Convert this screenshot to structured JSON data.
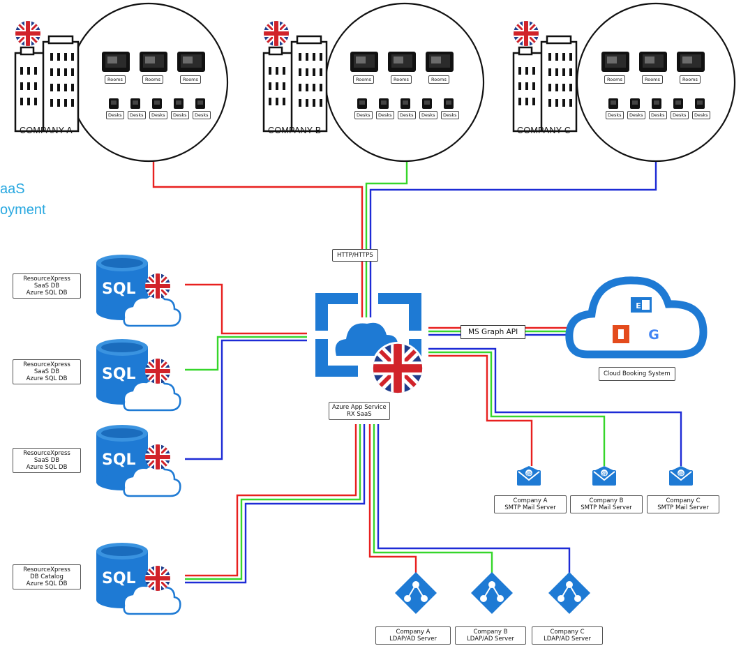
{
  "side_text": [
    "aaS",
    "oyment"
  ],
  "companies": [
    {
      "name": "COMPANY A",
      "rooms": [
        "Rooms",
        "Rooms",
        "Rooms"
      ],
      "desks": [
        "Desks",
        "Desks",
        "Desks",
        "Desks",
        "Desks"
      ]
    },
    {
      "name": "COMPANY B",
      "rooms": [
        "Rooms",
        "Rooms",
        "Rooms"
      ],
      "desks": [
        "Desks",
        "Desks",
        "Desks",
        "Desks",
        "Desks"
      ]
    },
    {
      "name": "COMPANY C",
      "rooms": [
        "Rooms",
        "Rooms",
        "Rooms"
      ],
      "desks": [
        "Desks",
        "Desks",
        "Desks",
        "Desks",
        "Desks"
      ]
    }
  ],
  "http_label": "HTTP/HTTPS",
  "graph_label": "MS Graph API",
  "cloud_label": "Cloud Booking System",
  "app_service": [
    "Azure App Service",
    "RX SaaS"
  ],
  "sql_text": "SQL",
  "databases": [
    [
      "ResourceXpress",
      "SaaS DB",
      "Azure SQL DB"
    ],
    [
      "ResourceXpress",
      "SaaS DB",
      "Azure SQL DB"
    ],
    [
      "ResourceXpress",
      "SaaS DB",
      "Azure SQL DB"
    ],
    [
      "ResourceXpress",
      "DB Catalog",
      "Azure SQL DB"
    ]
  ],
  "smtp": [
    [
      "Company A",
      "SMTP Mail Server"
    ],
    [
      "Company B",
      "SMTP Mail Server"
    ],
    [
      "Company C",
      "SMTP Mail Server"
    ]
  ],
  "ldap": [
    [
      "Company A",
      "LDAP/AD Server"
    ],
    [
      "Company B",
      "LDAP/AD Server"
    ],
    [
      "Company C",
      "LDAP/AD Server"
    ]
  ],
  "colors": {
    "a": "#e8201f",
    "b": "#36d62a",
    "c": "#1d2bd6",
    "azure": "#1e7ad4",
    "sky": "#29a8e0"
  },
  "icons": [
    "uk-flag-icon",
    "building-icon",
    "sql-database-icon",
    "cloud-icon",
    "azure-app-service-icon",
    "mail-icon",
    "ldap-server-icon",
    "exchange-icon",
    "office-icon",
    "google-icon",
    "room-panel-icon",
    "desk-panel-icon"
  ]
}
